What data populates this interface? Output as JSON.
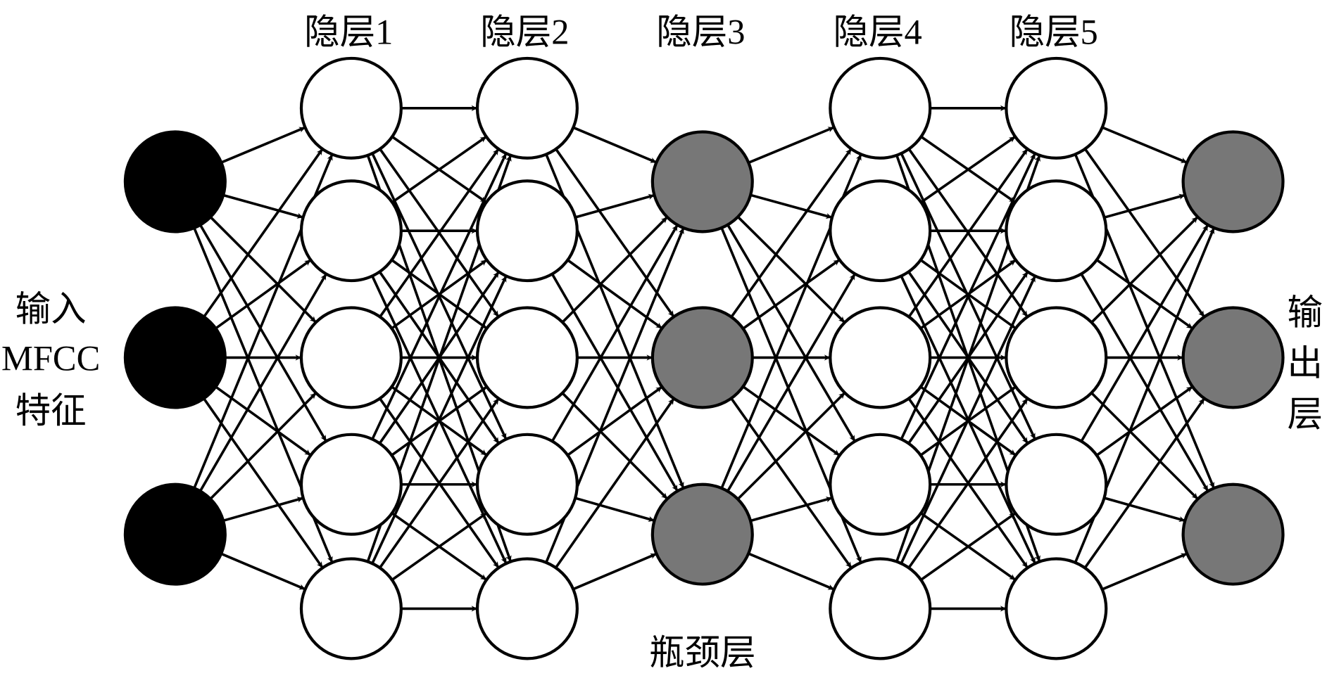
{
  "layers": [
    {
      "name": "input",
      "label": "",
      "nodes": 3,
      "fill": "#000000"
    },
    {
      "name": "hidden1",
      "label": "隐层1",
      "nodes": 5,
      "fill": "#ffffff"
    },
    {
      "name": "hidden2",
      "label": "隐层2",
      "nodes": 5,
      "fill": "#ffffff"
    },
    {
      "name": "hidden3",
      "label": "隐层3",
      "nodes": 3,
      "fill": "#777777"
    },
    {
      "name": "hidden4",
      "label": "隐层4",
      "nodes": 5,
      "fill": "#ffffff"
    },
    {
      "name": "hidden5",
      "label": "隐层5",
      "nodes": 5,
      "fill": "#ffffff"
    },
    {
      "name": "output",
      "label": "",
      "nodes": 3,
      "fill": "#777777"
    }
  ],
  "input_label": [
    "输入",
    "MFCC",
    "特征"
  ],
  "output_label": [
    "输",
    "出",
    "层"
  ],
  "bottleneck_label": "瓶颈层"
}
